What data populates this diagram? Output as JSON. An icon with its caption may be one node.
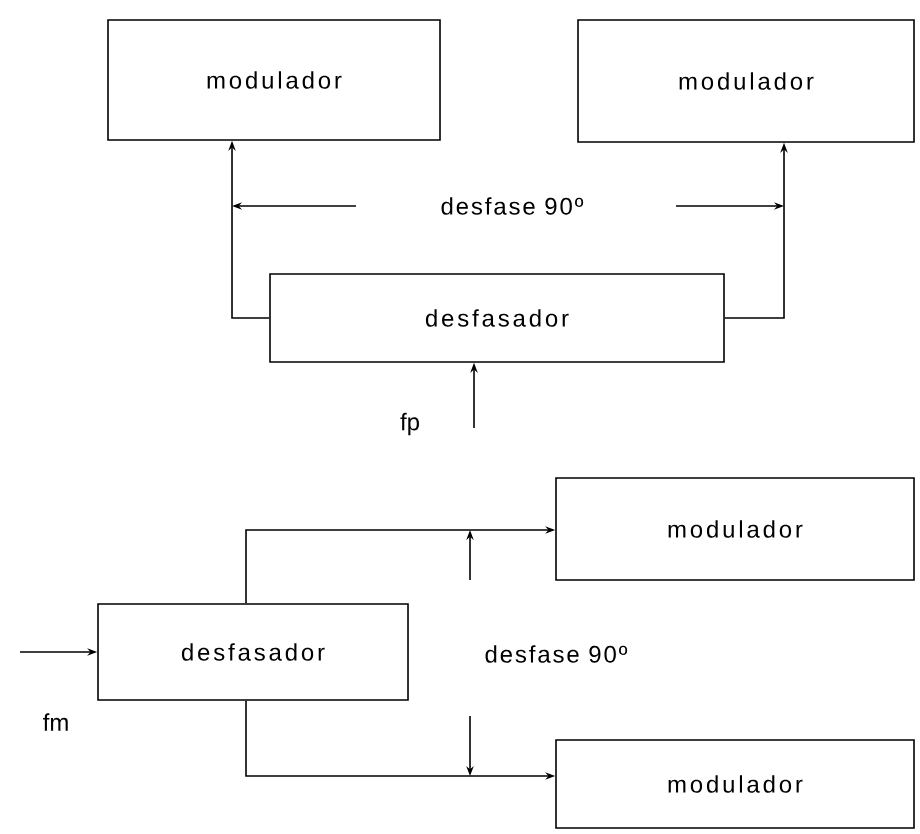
{
  "diagram": {
    "nodes": [
      {
        "text": [
          "modulador"
        ]
      },
      {
        "text": [
          "modulador"
        ]
      },
      {
        "text": [
          "desfasador"
        ]
      },
      {
        "text": [
          "modulador"
        ]
      },
      {
        "text": [
          "desfasador"
        ]
      },
      {
        "text": [
          "modulador"
        ]
      }
    ],
    "edges": [
      {
        "from": 2,
        "to": 0,
        "arrow": "to"
      },
      {
        "from": 2,
        "to": 1,
        "arrow": "to"
      },
      {
        "from": null,
        "to": 2,
        "arrow": "to",
        "label": "fp"
      },
      {
        "from": 4,
        "to": 3,
        "arrow": "to"
      },
      {
        "from": 4,
        "to": 5,
        "arrow": "to"
      },
      {
        "from": null,
        "to": 4,
        "arrow": "to",
        "label": "fm"
      }
    ],
    "labels": [
      "desfase 90º",
      "desfase 90º"
    ]
  }
}
